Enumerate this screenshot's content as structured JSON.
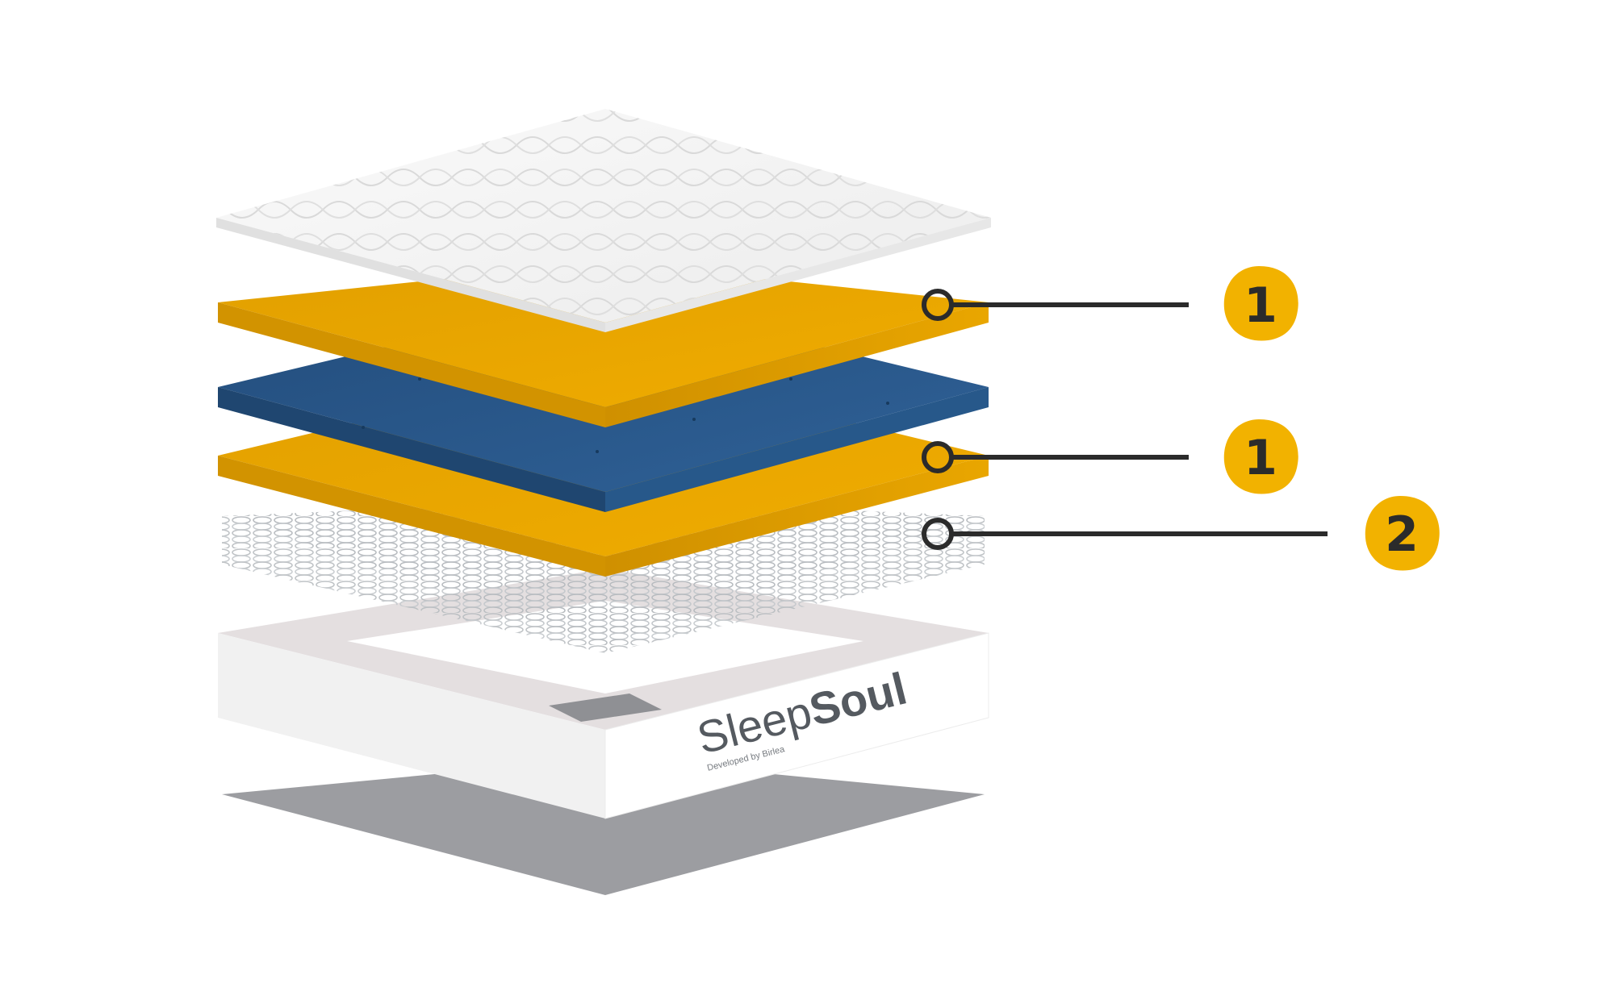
{
  "diagram": {
    "layers": [
      {
        "name": "quilted-cover",
        "color": "#f3f3f3"
      },
      {
        "name": "foam-layer-upper",
        "color": "#e8a300"
      },
      {
        "name": "blue-foam-layer",
        "color": "#2c5a8c"
      },
      {
        "name": "foam-layer-lower",
        "color": "#e8a300"
      },
      {
        "name": "pocket-springs",
        "color": "#d0d4d8"
      },
      {
        "name": "base-border",
        "color": "#ffffff"
      },
      {
        "name": "base-board",
        "color": "#9c9da1"
      }
    ],
    "callouts": [
      {
        "label": "1",
        "badge_color": "#f2b200"
      },
      {
        "label": "1",
        "badge_color": "#f2b200"
      },
      {
        "label": "2",
        "badge_color": "#f2b200"
      }
    ],
    "brand": {
      "name_part1": "Sleep",
      "name_part2": "S",
      "name_part3": "ul",
      "tagline": "Developed by Birlea"
    }
  }
}
